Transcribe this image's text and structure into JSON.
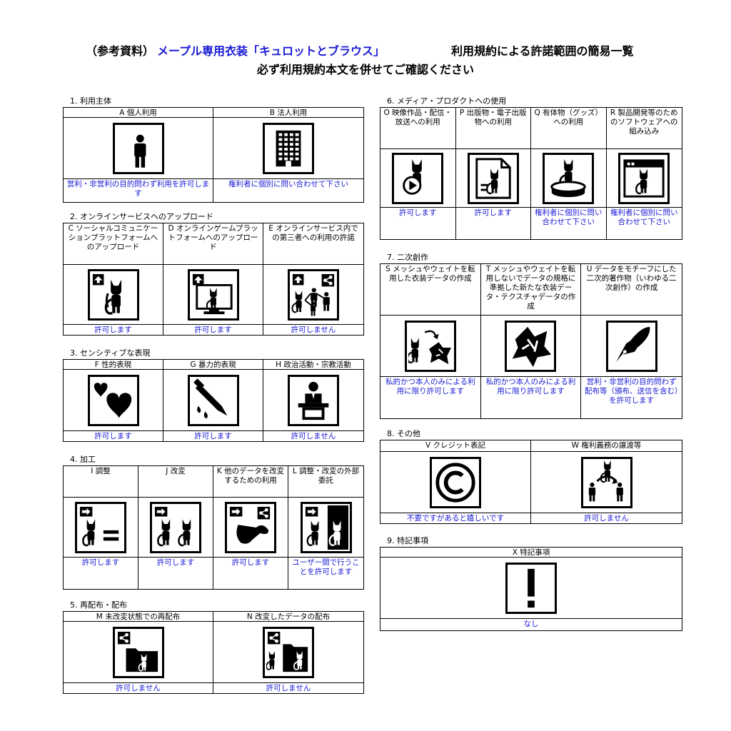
{
  "header": {
    "prefix": "（参考資料）",
    "title": "メープル専用衣装「キュロットとブラウス」",
    "right": "利用規約による許諾範囲の簡易一覧",
    "line2": "必ず利用規約本文を併せてご確認ください"
  },
  "sections": [
    {
      "id": "s1",
      "title": "1. 利用主体",
      "cells": [
        {
          "label": "A 個人利用",
          "icon": "person-icon",
          "result": "営利・非営利の目的問わず利用を許可します"
        },
        {
          "label": "B 法人利用",
          "icon": "building-icon",
          "result": "権利者に個別に問い合わせて下さい"
        }
      ]
    },
    {
      "id": "s2",
      "title": "2. オンラインサービスへのアップロード",
      "cells": [
        {
          "label": "C ソーシャルコミュニケーションプラットフォームへのアップロード",
          "icon": "upload-avatar-icon",
          "result": "許可します"
        },
        {
          "label": "D オンラインゲームプラットフォームへのアップロード",
          "icon": "upload-monitor-icon",
          "result": "許可します"
        },
        {
          "label": "E オンラインサービス内での第三者への利用の許諾",
          "icon": "share-users-icon",
          "result": "許可しません"
        }
      ]
    },
    {
      "id": "s3",
      "title": "3. センシティブな表現",
      "cells": [
        {
          "label": "F 性的表現",
          "icon": "hearts-icon",
          "result": "許可します"
        },
        {
          "label": "G 暴力的表現",
          "icon": "knife-icon",
          "result": "許可します"
        },
        {
          "label": "H 政治活動・宗教活動",
          "icon": "podium-icon",
          "result": "許可しません"
        }
      ]
    },
    {
      "id": "s4",
      "title": "4. 加工",
      "cells": [
        {
          "label": "I 調整",
          "icon": "adjust-icon",
          "result": "許可します"
        },
        {
          "label": "J 改変",
          "icon": "modify-icon",
          "result": "許可します"
        },
        {
          "label": "K 他のデータを改変するための利用",
          "icon": "modify-other-icon",
          "result": "許可します"
        },
        {
          "label": "L 調整・改変の外部委託",
          "icon": "outsource-icon",
          "result": "ユーザー間で行うことを許可します"
        }
      ]
    },
    {
      "id": "s5",
      "title": "5. 再配布・配布",
      "cells": [
        {
          "label": "M 未改変状態での再配布",
          "icon": "share-folder-icon",
          "result": "許可しません"
        },
        {
          "label": "N 改変したデータの配布",
          "icon": "share-modified-folder-icon",
          "result": "許可しません"
        }
      ]
    },
    {
      "id": "s6",
      "title": "6. メディア・プロダクトへの使用",
      "cells": [
        {
          "label": "O 映像作品・配信・放送への利用",
          "icon": "video-icon",
          "result": "許可します"
        },
        {
          "label": "P 出版物・電子出版物への利用",
          "icon": "document-icon",
          "result": "許可します"
        },
        {
          "label": "Q 有体物（グッズ）への利用",
          "icon": "figure-icon",
          "result": "権利者に個別に問い合わせて下さい"
        },
        {
          "label": "R 製品開発等のためのソフトウェアへの組み込み",
          "icon": "software-icon",
          "result": "権利者に個別に問い合わせて下さい"
        }
      ]
    },
    {
      "id": "s7",
      "title": "7. 二次創作",
      "cells": [
        {
          "label": "S メッシュやウェイトを転用した衣装データの作成",
          "icon": "mesh-transfer-icon",
          "result": "私的かつ本人のみによる利用に限り許可します"
        },
        {
          "label": "T メッシュやウェイトを転用しないでデータの規格に準拠した新たな衣装データ・テクスチャデータの作成",
          "icon": "new-costume-icon",
          "result": "私的かつ本人のみによる利用に限り許可します"
        },
        {
          "label": "U データをモチーフにした二次的著作物（いわゆる二次創作）の作成",
          "icon": "pen-nib-icon",
          "result": "営利・非営利の目的問わず配布等（頒布、送信を含む）を許可します"
        }
      ]
    },
    {
      "id": "s8",
      "title": "8. その他",
      "cells": [
        {
          "label": "V クレジット表記",
          "icon": "copyright-icon",
          "result": "不要ですがあると嬉しいです"
        },
        {
          "label": "W 権利義務の譲渡等",
          "icon": "transfer-rights-icon",
          "result": "許可しません"
        }
      ]
    },
    {
      "id": "s9",
      "title": "9. 特記事項",
      "cells": [
        {
          "label": "X 特記事項",
          "icon": "exclamation-icon",
          "result": "なし"
        }
      ]
    }
  ]
}
